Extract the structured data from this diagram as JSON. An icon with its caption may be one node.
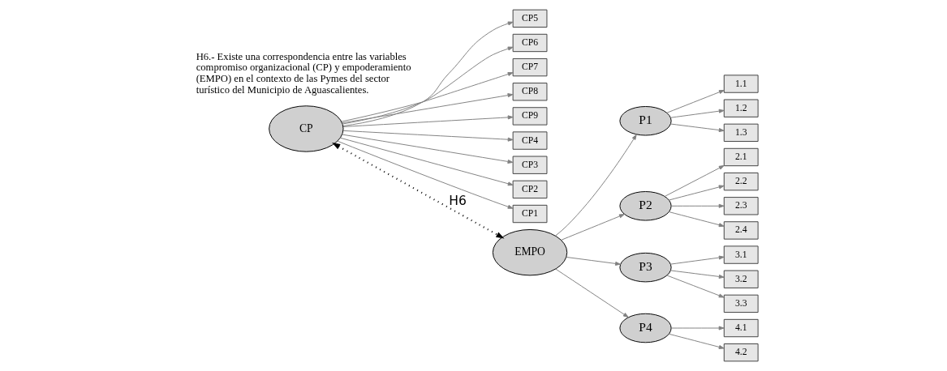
{
  "diagram": {
    "nodes": [
      {
        "text": [
          "CP5"
        ]
      },
      {
        "text": [
          "CP6"
        ]
      },
      {
        "text": [
          "CP7"
        ]
      },
      {
        "text": [
          "CP8"
        ]
      },
      {
        "text": [
          "CP9"
        ]
      },
      {
        "text": [
          "CP4"
        ]
      },
      {
        "text": [
          "CP3"
        ]
      },
      {
        "text": [
          "CP2"
        ]
      },
      {
        "text": [
          "CP1"
        ]
      },
      {
        "text": [
          "CP"
        ]
      },
      {
        "text": [
          "1.1"
        ]
      },
      {
        "text": [
          "1.2"
        ]
      },
      {
        "text": [
          "1.3"
        ]
      },
      {
        "text": [
          "2.1"
        ]
      },
      {
        "text": [
          "P1"
        ]
      },
      {
        "text": [
          "2.2"
        ]
      },
      {
        "text": [
          "P2"
        ]
      },
      {
        "text": [
          "2.3"
        ]
      },
      {
        "text": [
          "EMPO"
        ]
      },
      {
        "text": [
          "2.4"
        ]
      },
      {
        "text": [
          "P3"
        ]
      },
      {
        "text": [
          "3.1"
        ]
      },
      {
        "text": [
          "3.2"
        ]
      },
      {
        "text": [
          "P4"
        ]
      },
      {
        "text": [
          "3.3"
        ]
      },
      {
        "text": [
          "4.1"
        ]
      },
      {
        "text": [
          "4.2"
        ]
      }
    ],
    "edges": [
      {
        "from": 9,
        "to": 0,
        "arrow": "to"
      },
      {
        "from": 9,
        "to": 1,
        "arrow": "to"
      },
      {
        "from": 9,
        "to": 2,
        "arrow": "to"
      },
      {
        "from": 9,
        "to": 3,
        "arrow": "to"
      },
      {
        "from": 9,
        "to": 4,
        "arrow": "to"
      },
      {
        "from": 9,
        "to": 5,
        "arrow": "to"
      },
      {
        "from": 9,
        "to": 6,
        "arrow": "to"
      },
      {
        "from": 9,
        "to": 7,
        "arrow": "to"
      },
      {
        "from": 9,
        "to": 8,
        "arrow": "to"
      },
      {
        "from": 9,
        "to": 18,
        "arrow": "both",
        "label": "H6",
        "style": "dashed",
        "color": "#000000"
      },
      {
        "from": 18,
        "to": 14,
        "arrow": "to"
      },
      {
        "from": 18,
        "to": 16,
        "arrow": "to"
      },
      {
        "from": 18,
        "to": 20,
        "arrow": "to"
      },
      {
        "from": 18,
        "to": 23,
        "arrow": "to"
      },
      {
        "from": 14,
        "to": 10,
        "arrow": "to"
      },
      {
        "from": 14,
        "to": 11,
        "arrow": "to"
      },
      {
        "from": 14,
        "to": 12,
        "arrow": "to"
      },
      {
        "from": 16,
        "to": 13,
        "arrow": "to"
      },
      {
        "from": 16,
        "to": 15,
        "arrow": "to"
      },
      {
        "from": 16,
        "to": 17,
        "arrow": "to"
      },
      {
        "from": 16,
        "to": 19,
        "arrow": "to"
      },
      {
        "from": 20,
        "to": 21,
        "arrow": "to"
      },
      {
        "from": 20,
        "to": 22,
        "arrow": "to"
      },
      {
        "from": 20,
        "to": 24,
        "arrow": "to"
      },
      {
        "from": 23,
        "to": 25,
        "arrow": "to"
      },
      {
        "from": 23,
        "to": 26,
        "arrow": "to"
      }
    ],
    "labels": [
      "H6.- Existe una correspondencia entre las variables compromiso organizacional (CP) y empoderamiento (EMPO) en el contexto de las Pymes del sector turístico del Municipio de Aguascalientes."
    ]
  }
}
